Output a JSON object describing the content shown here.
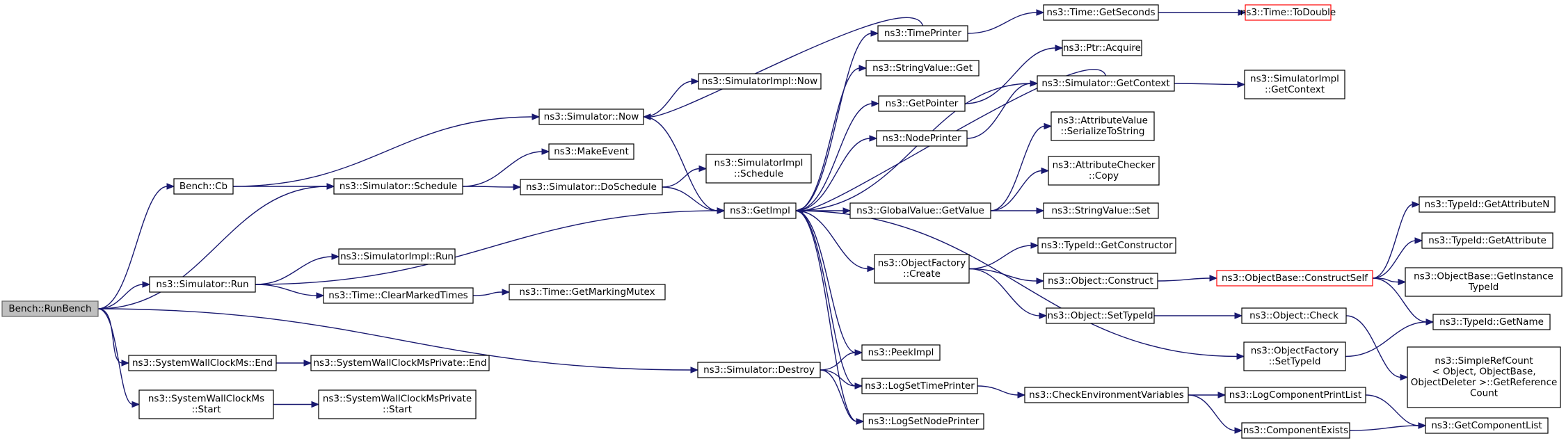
{
  "colors": {
    "edge": "#191970",
    "root_fill": "#bfbfbf",
    "truncated_border": "#ff0000",
    "node_border": "#000000",
    "background": "#ffffff"
  },
  "nodes": [
    {
      "id": "runbench",
      "lines": [
        "Bench::RunBench"
      ],
      "kind": "root"
    },
    {
      "id": "cb",
      "lines": [
        "Bench::Cb"
      ]
    },
    {
      "id": "sim_run",
      "lines": [
        "ns3::Simulator::Run"
      ]
    },
    {
      "id": "swcm_end",
      "lines": [
        "ns3::SystemWallClockMs::End"
      ]
    },
    {
      "id": "swcm_start",
      "lines": [
        "ns3::SystemWallClockMs",
        "::Start"
      ]
    },
    {
      "id": "sim_now",
      "lines": [
        "ns3::Simulator::Now"
      ]
    },
    {
      "id": "sim_schedule",
      "lines": [
        "ns3::Simulator::Schedule"
      ]
    },
    {
      "id": "impl_run",
      "lines": [
        "ns3::SimulatorImpl::Run"
      ]
    },
    {
      "id": "clear_marked",
      "lines": [
        "ns3::Time::ClearMarkedTimes"
      ]
    },
    {
      "id": "swcmp_end",
      "lines": [
        "ns3::SystemWallClockMsPrivate::End"
      ]
    },
    {
      "id": "swcmp_start",
      "lines": [
        "ns3::SystemWallClockMsPrivate",
        "::Start"
      ]
    },
    {
      "id": "impl_now",
      "lines": [
        "ns3::SimulatorImpl::Now"
      ]
    },
    {
      "id": "makeevent",
      "lines": [
        "ns3::MakeEvent"
      ]
    },
    {
      "id": "doschedule",
      "lines": [
        "ns3::Simulator::DoSchedule"
      ]
    },
    {
      "id": "marking_mutex",
      "lines": [
        "ns3::Time::GetMarkingMutex"
      ]
    },
    {
      "id": "impl_schedule",
      "lines": [
        "ns3::SimulatorImpl",
        "::Schedule"
      ]
    },
    {
      "id": "getimpl",
      "lines": [
        "ns3::GetImpl"
      ]
    },
    {
      "id": "sim_destroy",
      "lines": [
        "ns3::Simulator::Destroy"
      ]
    },
    {
      "id": "timeprinter",
      "lines": [
        "ns3::TimePrinter"
      ]
    },
    {
      "id": "strvalue_get",
      "lines": [
        "ns3::StringValue::Get"
      ]
    },
    {
      "id": "getpointer",
      "lines": [
        "ns3::GetPointer"
      ]
    },
    {
      "id": "nodeprinter",
      "lines": [
        "ns3::NodePrinter"
      ]
    },
    {
      "id": "gv_getvalue",
      "lines": [
        "ns3::GlobalValue::GetValue"
      ]
    },
    {
      "id": "of_create",
      "lines": [
        "ns3::ObjectFactory",
        "::Create"
      ]
    },
    {
      "id": "peekimpl",
      "lines": [
        "ns3::PeekImpl"
      ]
    },
    {
      "id": "logsettime",
      "lines": [
        "ns3::LogSetTimePrinter"
      ]
    },
    {
      "id": "logsetnode",
      "lines": [
        "ns3::LogSetNodePrinter"
      ]
    },
    {
      "id": "time_getseconds",
      "lines": [
        "ns3::Time::GetSeconds"
      ]
    },
    {
      "id": "ptr_acquire",
      "lines": [
        "ns3::Ptr::Acquire"
      ]
    },
    {
      "id": "sim_getcontext",
      "lines": [
        "ns3::Simulator::GetContext"
      ]
    },
    {
      "id": "av_serialize",
      "lines": [
        "ns3::AttributeValue",
        "::SerializeToString"
      ]
    },
    {
      "id": "ac_copy",
      "lines": [
        "ns3::AttributeChecker",
        "::Copy"
      ]
    },
    {
      "id": "strvalue_set",
      "lines": [
        "ns3::StringValue::Set"
      ]
    },
    {
      "id": "tid_getconstructor",
      "lines": [
        "ns3::TypeId::GetConstructor"
      ]
    },
    {
      "id": "obj_construct",
      "lines": [
        "ns3::Object::Construct"
      ]
    },
    {
      "id": "obj_settypeid",
      "lines": [
        "ns3::Object::SetTypeId"
      ]
    },
    {
      "id": "check_env",
      "lines": [
        "ns3::CheckEnvironmentVariables"
      ]
    },
    {
      "id": "time_todouble",
      "lines": [
        "ns3::Time::ToDouble"
      ],
      "kind": "truncated"
    },
    {
      "id": "impl_getcontext",
      "lines": [
        "ns3::SimulatorImpl",
        "::GetContext"
      ]
    },
    {
      "id": "ob_constructself",
      "lines": [
        "ns3::ObjectBase::ConstructSelf"
      ],
      "kind": "truncated"
    },
    {
      "id": "obj_check",
      "lines": [
        "ns3::Object::Check"
      ]
    },
    {
      "id": "of_settypeid",
      "lines": [
        "ns3::ObjectFactory",
        "::SetTypeId"
      ]
    },
    {
      "id": "logcomp_printlist",
      "lines": [
        "ns3::LogComponentPrintList"
      ]
    },
    {
      "id": "comp_exists",
      "lines": [
        "ns3::ComponentExists"
      ]
    },
    {
      "id": "tid_getattrn",
      "lines": [
        "ns3::TypeId::GetAttributeN"
      ]
    },
    {
      "id": "tid_getattr",
      "lines": [
        "ns3::TypeId::GetAttribute"
      ]
    },
    {
      "id": "ob_getinstancetid",
      "lines": [
        "ns3::ObjectBase::GetInstance",
        "TypeId"
      ]
    },
    {
      "id": "tid_getname",
      "lines": [
        "ns3::TypeId::GetName"
      ]
    },
    {
      "id": "simplerefcount",
      "lines": [
        "ns3::SimpleRefCount",
        "< Object, ObjectBase,",
        " ObjectDeleter >::GetReference",
        "Count"
      ]
    },
    {
      "id": "getcomplist",
      "lines": [
        "ns3::GetComponentList"
      ]
    }
  ],
  "edges": [
    [
      "runbench",
      "cb"
    ],
    [
      "runbench",
      "sim_schedule"
    ],
    [
      "runbench",
      "sim_run"
    ],
    [
      "runbench",
      "swcm_end"
    ],
    [
      "runbench",
      "swcm_start"
    ],
    [
      "runbench",
      "sim_destroy"
    ],
    [
      "cb",
      "sim_now"
    ],
    [
      "cb",
      "sim_schedule"
    ],
    [
      "sim_now",
      "impl_now"
    ],
    [
      "sim_now",
      "getimpl"
    ],
    [
      "sim_schedule",
      "makeevent"
    ],
    [
      "sim_schedule",
      "doschedule"
    ],
    [
      "doschedule",
      "impl_schedule"
    ],
    [
      "doschedule",
      "getimpl"
    ],
    [
      "sim_run",
      "getimpl"
    ],
    [
      "sim_run",
      "impl_run"
    ],
    [
      "sim_run",
      "clear_marked"
    ],
    [
      "clear_marked",
      "marking_mutex"
    ],
    [
      "swcm_end",
      "swcmp_end"
    ],
    [
      "swcm_start",
      "swcmp_start"
    ],
    [
      "sim_destroy",
      "peekimpl"
    ],
    [
      "sim_destroy",
      "logsettime"
    ],
    [
      "sim_destroy",
      "logsetnode"
    ],
    [
      "getimpl",
      "timeprinter"
    ],
    [
      "getimpl",
      "strvalue_get"
    ],
    [
      "getimpl",
      "getpointer"
    ],
    [
      "getimpl",
      "nodeprinter"
    ],
    [
      "getimpl",
      "sim_getcontext"
    ],
    [
      "getimpl",
      "gv_getvalue"
    ],
    [
      "getimpl",
      "of_create"
    ],
    [
      "getimpl",
      "peekimpl"
    ],
    [
      "getimpl",
      "logsettime"
    ],
    [
      "getimpl",
      "logsetnode"
    ],
    [
      "getimpl",
      "of_settypeid"
    ],
    [
      "timeprinter",
      "time_getseconds"
    ],
    [
      "timeprinter",
      "sim_now"
    ],
    [
      "time_getseconds",
      "time_todouble"
    ],
    [
      "getpointer",
      "ptr_acquire"
    ],
    [
      "nodeprinter",
      "sim_getcontext"
    ],
    [
      "sim_getcontext",
      "impl_getcontext"
    ],
    [
      "sim_getcontext",
      "getimpl"
    ],
    [
      "gv_getvalue",
      "av_serialize"
    ],
    [
      "gv_getvalue",
      "ac_copy"
    ],
    [
      "gv_getvalue",
      "strvalue_set"
    ],
    [
      "of_create",
      "tid_getconstructor"
    ],
    [
      "of_create",
      "obj_construct"
    ],
    [
      "of_create",
      "obj_settypeid"
    ],
    [
      "obj_construct",
      "ob_constructself"
    ],
    [
      "ob_constructself",
      "tid_getattrn"
    ],
    [
      "ob_constructself",
      "tid_getattr"
    ],
    [
      "ob_constructself",
      "ob_getinstancetid"
    ],
    [
      "ob_constructself",
      "tid_getname"
    ],
    [
      "obj_settypeid",
      "obj_check"
    ],
    [
      "obj_check",
      "simplerefcount"
    ],
    [
      "of_settypeid",
      "tid_getname"
    ],
    [
      "logsettime",
      "check_env"
    ],
    [
      "check_env",
      "logcomp_printlist"
    ],
    [
      "check_env",
      "comp_exists"
    ],
    [
      "logcomp_printlist",
      "getcomplist"
    ],
    [
      "comp_exists",
      "getcomplist"
    ]
  ]
}
